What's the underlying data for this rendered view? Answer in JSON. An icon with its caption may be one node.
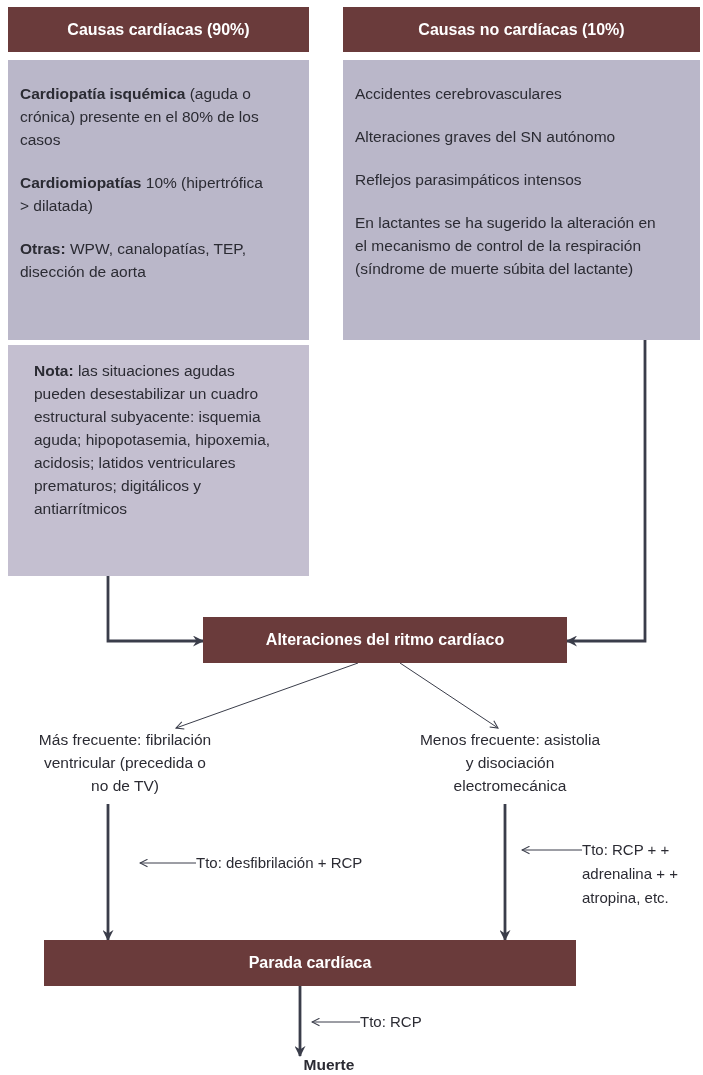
{
  "diagram": {
    "nodes": [
      {
        "text": [
          "Causas cardíacas (90%)"
        ]
      },
      {
        "text": [
          "**Cardiopatía isquémica** (aguda o crónica) presente en el 80% de los casos",
          "**Cardiomiopatías** 10% (hipertrófica > dilatada)",
          "**Otras:** WPW, canalopatías, TEP, disección de aorta"
        ]
      },
      {
        "text": [
          "Causas no cardíacas (10%)"
        ]
      },
      {
        "text": [
          "Accidentes cerebrovasculares",
          "Alteraciones graves del SN autónomo",
          "Reflejos parasimpáticos intensos",
          "En lactantes se ha sugerido la alteración en el mecanismo de control de la respiración (síndrome de muerte súbita del lactante)"
        ]
      },
      {
        "text": [
          "**Nota:** las situaciones agudas pueden desestabilizar un cuadro estructural subyacente: isquemia aguda; hipopotasemia, hipoxemia, acidosis; latidos ventriculares prematuros; digitálicos y antiarrítmicos"
        ]
      },
      {
        "text": [
          "Alteraciones del ritmo cardíaco"
        ]
      },
      {
        "text": [
          "Más frecuente: fibrilación ventricular (precedida o no de TV)"
        ]
      },
      {
        "text": [
          "Menos frecuente: asistolia y disociación electromecánica"
        ]
      },
      {
        "text": [
          "Tto: desfibrilación + RCP"
        ]
      },
      {
        "text": [
          "Tto: RCP + + adrenalina + + atropina, etc."
        ]
      },
      {
        "text": [
          "Parada cardíaca"
        ]
      },
      {
        "text": [
          "Tto: RCP"
        ]
      },
      {
        "text": [
          "Muerte"
        ]
      }
    ],
    "edges": [
      {
        "from": 4,
        "to": 5,
        "arrow": "to",
        "style": "thick"
      },
      {
        "from": 3,
        "to": 5,
        "arrow": "to",
        "style": "thick"
      },
      {
        "from": 5,
        "to": 6,
        "arrow": "to"
      },
      {
        "from": 5,
        "to": 7,
        "arrow": "to"
      },
      {
        "from": 6,
        "to": 10,
        "arrow": "to",
        "style": "thick"
      },
      {
        "from": 7,
        "to": 10,
        "arrow": "to",
        "style": "thick"
      },
      {
        "from": 10,
        "to": 12,
        "arrow": "to",
        "style": "thick"
      },
      {
        "from": 8,
        "to": null,
        "arrow": "to"
      },
      {
        "from": 9,
        "to": null,
        "arrow": "to"
      },
      {
        "from": 11,
        "to": null,
        "arrow": "to"
      }
    ]
  }
}
